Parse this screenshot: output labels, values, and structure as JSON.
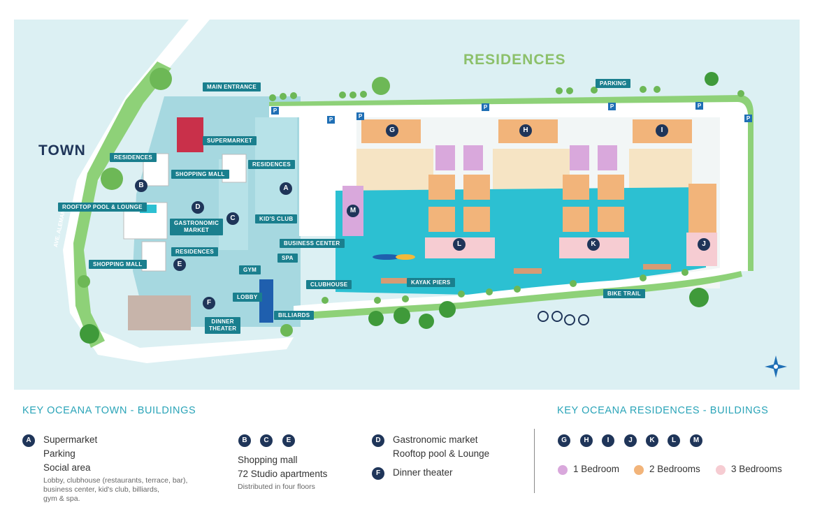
{
  "map": {
    "area_labels": {
      "town": "TOWN",
      "residences": "RESIDENCES",
      "street": "AVE. ALEMANIA"
    },
    "tags": {
      "main_entrance": "MAIN ENTRANCE",
      "parking": "PARKING",
      "supermarket": "SUPERMARKET",
      "residences_b": "RESIDENCES",
      "shopping_mall_b": "SHOPPING MALL",
      "residences_c": "RESIDENCES",
      "rooftop": "ROOFTOP POOL & LOUNGE",
      "gastronomic": "GASTRONOMIC\nMARKET",
      "residences_e": "RESIDENCES",
      "shopping_mall_e": "SHOPPING MALL",
      "kids_club": "KID'S CLUB",
      "business_center": "BUSINESS CENTER",
      "spa": "SPA",
      "gym": "GYM",
      "clubhouse": "CLUBHOUSE",
      "lobby": "LOBBY",
      "billiards": "BILLIARDS",
      "dinner_theater": "DINNER\nTHEATER",
      "kayak_piers": "KAYAK PIERS",
      "bike_trail": "BIKE TRAIL"
    },
    "parking_icon": "P",
    "pins": {
      "a": "A",
      "b": "B",
      "c": "C",
      "d": "D",
      "e": "E",
      "f": "F",
      "g": "G",
      "h": "H",
      "i": "I",
      "j": "J",
      "k": "K",
      "l": "L",
      "m": "M"
    },
    "colors": {
      "land": "#dcf0f3",
      "town_plaza": "#a6d8e0",
      "water": "#2cc0d2",
      "sand": "#f6e4c4",
      "one_bedroom": "#d9a8dc",
      "two_bedrooms": "#f2b47a",
      "three_bedrooms": "#f6ccd2",
      "road": "#ffffff",
      "green": "#8ed178",
      "label_teal": "#1a7f8e",
      "pin_navy": "#1f3559"
    },
    "icons": [
      "compass-rose-icon",
      "palm-tree-icon",
      "tree-icon",
      "bicycle-icon",
      "kayak-icon"
    ]
  },
  "legend_town": {
    "title": "KEY OCEANA TOWN - BUILDINGS",
    "col1": {
      "pin": "A",
      "lines": [
        "Supermarket",
        "Parking",
        "Social area"
      ],
      "note": "Lobby, clubhouse (restaurants, terrace, bar),\nbusiness center, kid's club, billiards,\ngym & spa."
    },
    "col2": {
      "pins": [
        "B",
        "C",
        "E"
      ],
      "lines": [
        "Shopping mall",
        "72 Studio apartments"
      ],
      "note": "Distributed in four floors"
    },
    "col3": {
      "pin_d": "D",
      "lines_d": [
        "Gastronomic market",
        "Rooftop pool & Lounge"
      ],
      "pin_f": "F",
      "line_f": "Dinner theater"
    }
  },
  "legend_residences": {
    "title": "KEY OCEANA RESIDENCES - BUILDINGS",
    "pins": [
      "G",
      "H",
      "I",
      "J",
      "K",
      "L",
      "M"
    ],
    "bedrooms": [
      {
        "label": "1 Bedroom",
        "color": "#d9a8dc"
      },
      {
        "label": "2 Bedrooms",
        "color": "#f2b47a"
      },
      {
        "label": "3 Bedrooms",
        "color": "#f6ccd2"
      }
    ]
  }
}
